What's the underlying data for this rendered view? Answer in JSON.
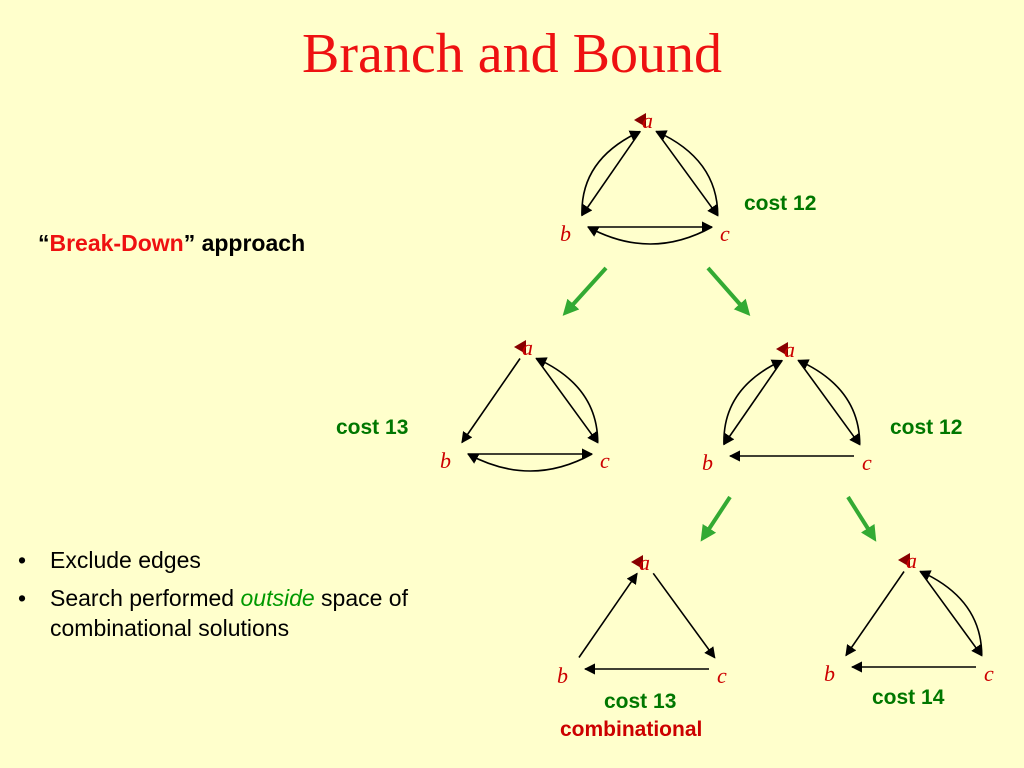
{
  "title": "Branch and Bound",
  "approach": {
    "quote_open": "“",
    "highlight": "Break-Down",
    "quote_close": "”",
    "rest": " approach"
  },
  "bullets": [
    {
      "marker": "•",
      "text": "Exclude edges"
    },
    {
      "marker": "•",
      "pre": "Search performed ",
      "highlight": "outside",
      "post": " space of  combinational solutions"
    }
  ],
  "colors": {
    "background": "#ffffcc",
    "title": "#ee1111",
    "node_label": "#cc0000",
    "cost": "#007700",
    "branch_arrow": "#33aa33",
    "start_marker": "#880000"
  },
  "node_labels": {
    "a": "a",
    "b": "b",
    "c": "c"
  },
  "costs": {
    "root": "cost 12",
    "left": "cost 13",
    "right": "cost 12",
    "bottom_left": "cost 13",
    "bottom_left_note": "combinational",
    "bottom_right": "cost 14"
  },
  "graphs": [
    {
      "id": "root",
      "edges": [
        "a-b",
        "b-a",
        "a-c",
        "c-a",
        "c-b",
        "b-c"
      ]
    },
    {
      "id": "left",
      "edges": [
        "a-b",
        "a-c",
        "c-a",
        "c-b",
        "b-c"
      ]
    },
    {
      "id": "right",
      "edges": [
        "a-b",
        "b-a",
        "a-c",
        "c-a",
        "c-b"
      ]
    },
    {
      "id": "bottom_left",
      "edges": [
        "b-a",
        "a-c",
        "c-b"
      ]
    },
    {
      "id": "bottom_right",
      "edges": [
        "a-b",
        "a-c",
        "c-a",
        "c-b"
      ]
    }
  ]
}
